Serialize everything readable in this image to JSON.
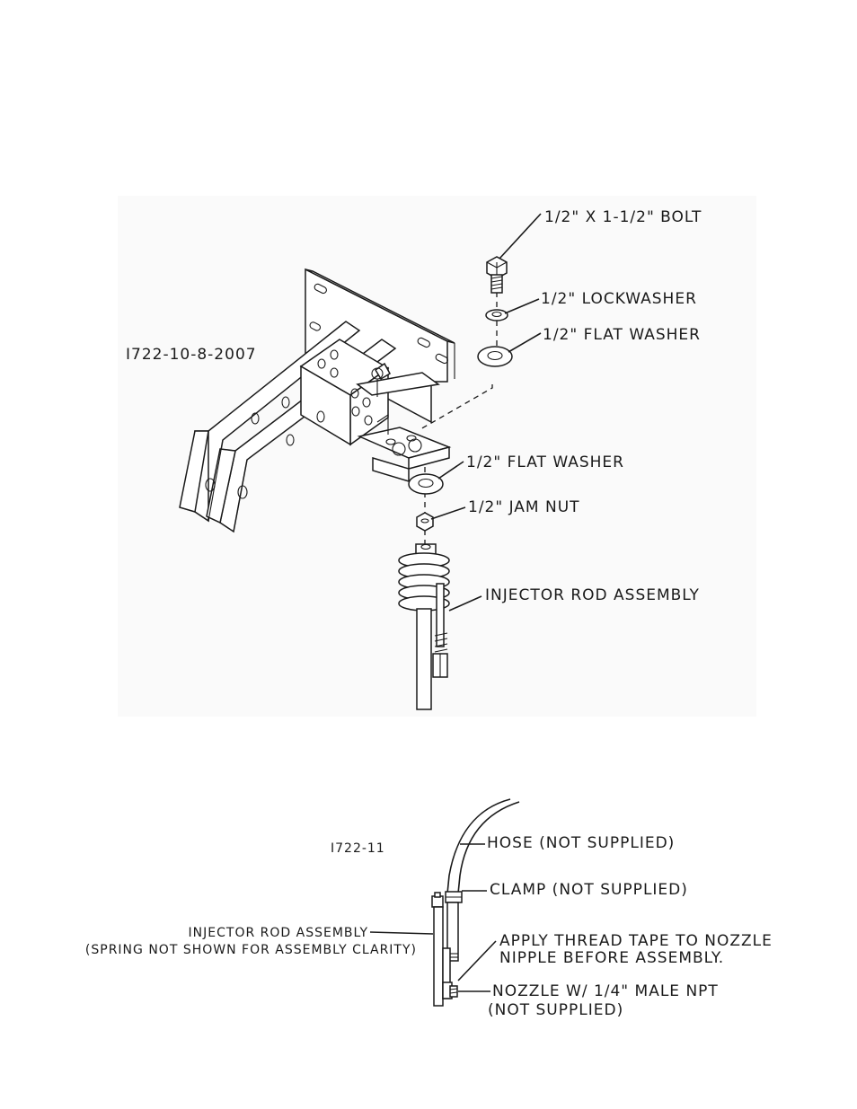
{
  "figure_top": {
    "drawing_id": "I722-10-8-2007",
    "labels": {
      "bolt": "1/2\" X 1-1/2\" BOLT",
      "lockwasher": "1/2\" LOCKWASHER",
      "flat_washer_top": "1/2\" FLAT WASHER",
      "flat_washer_bottom": "1/2\" FLAT WASHER",
      "jam_nut": "1/2\" JAM NUT",
      "injector_rod": "INJECTOR ROD ASSEMBLY"
    }
  },
  "figure_bottom": {
    "drawing_id": "I722-11",
    "labels": {
      "hose": "HOSE (NOT SUPPLIED)",
      "clamp": "CLAMP (NOT SUPPLIED)",
      "injector_rod_line1": "INJECTOR ROD ASSEMBLY",
      "injector_rod_line2": "(SPRING NOT SHOWN FOR ASSEMBLY CLARITY)",
      "thread_tape_line1": "APPLY THREAD TAPE TO NOZZLE",
      "thread_tape_line2": "NIPPLE BEFORE ASSEMBLY.",
      "nozzle_line1": "NOZZLE W/ 1/4\" MALE NPT",
      "nozzle_line2": "(NOT SUPPLIED)"
    }
  }
}
